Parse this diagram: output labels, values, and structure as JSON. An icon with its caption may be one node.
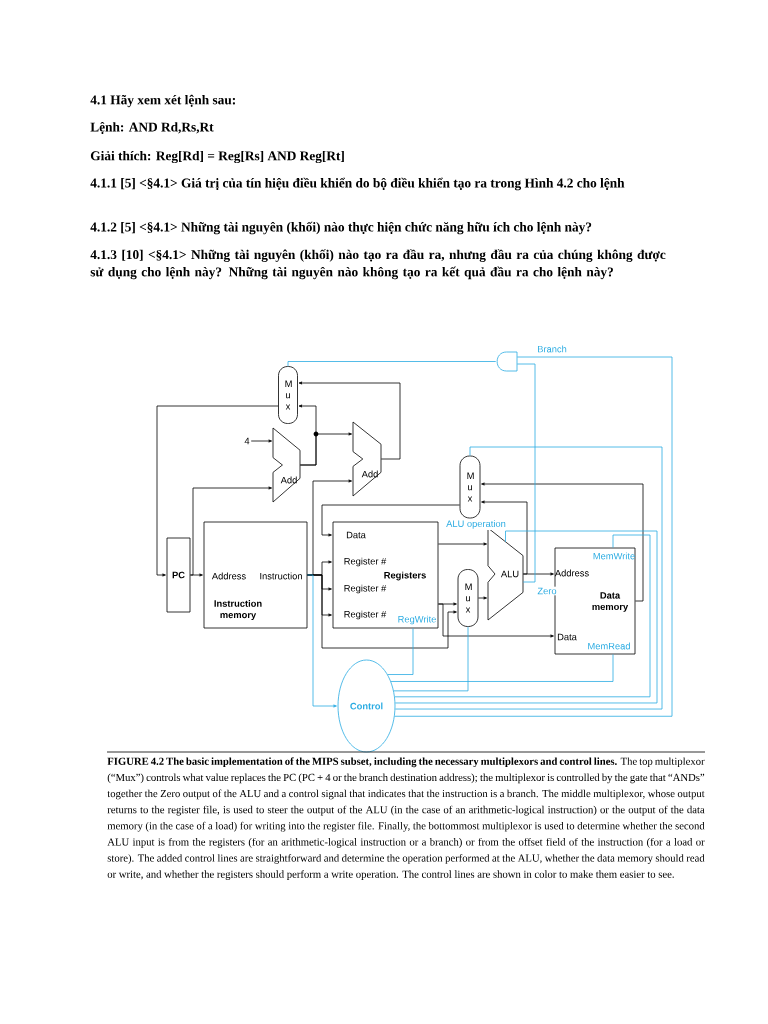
{
  "diagram": {
    "caption": "**FIGURE 4.2 The basic implementation of the MIPS subset, including the necessary multiplexors and control lines.** The top multiplexor (“Mux”) controls what value replaces the PC (PC + 4 or the branch destination address); the multiplexor is controlled by the gate that “ANDs” together the Zero output of the ALU and a control signal that indicates that the instruction is a branch. The middle multiplexor, whose output returns to the register file, is used to steer the output of the ALU (in the case of an arithmetic-logical instruction) or the output of the data memory (in the case of a load) for writing into the register file. Finally, the bottommost multiplexor is used to determine whether the second ALU input is from the registers (for an arithmetic-logical instruction or a branch) or from the offset field of the instruction (for a load or store). The added control lines are straightforward and determine the operation performed at the ALU, whether the data memory should read or write, and whether the registers should perform a write operation. The control lines are shown in color to make them easier to see.",
    "nodes": [
      {
        "text": [
          "M u x"
        ]
      },
      {
        "text": [
          "Add"
        ]
      },
      {
        "text": [
          "Add"
        ]
      },
      {
        "text": [
          "4"
        ]
      },
      {
        "text": [],
        "shape": "gate"
      },
      {
        "text": [
          "M u x"
        ]
      },
      {
        "text": [
          "PC"
        ]
      },
      {
        "text": [
          "Address",
          "Instruction",
          "Instruction memory"
        ]
      },
      {
        "text": [
          "Data",
          "Register #",
          "Registers",
          "Register #",
          "Register #",
          "RegWrite"
        ]
      },
      {
        "text": [
          "ALU"
        ]
      },
      {
        "text": [
          "M u x"
        ]
      },
      {
        "text": [
          "MemWrite",
          "Address",
          "Data memory",
          "Data",
          "MemRead"
        ]
      },
      {
        "text": [
          "Control"
        ]
      }
    ],
    "edges": [
      {
        "from": 0,
        "to": 6,
        "arrow": "to"
      },
      {
        "from": 6,
        "to": 7,
        "arrow": "to"
      },
      {
        "from": 6,
        "to": 1,
        "arrow": "to"
      },
      {
        "from": 3,
        "to": 1,
        "arrow": "to"
      },
      {
        "from": 1,
        "to": 0,
        "arrow": "to"
      },
      {
        "from": 1,
        "to": 2,
        "arrow": "to"
      },
      {
        "from": 2,
        "to": 0,
        "arrow": "to"
      },
      {
        "from": 7,
        "to": 2,
        "arrow": "to"
      },
      {
        "from": 7,
        "to": 8,
        "arrow": "to"
      },
      {
        "from": 7,
        "to": 8,
        "arrow": "to"
      },
      {
        "from": 7,
        "to": 8,
        "arrow": "to"
      },
      {
        "from": 7,
        "to": 10,
        "arrow": "to"
      },
      {
        "from": 7,
        "to": 12,
        "arrow": "to",
        "color": "#29abe2"
      },
      {
        "from": 8,
        "to": 9,
        "arrow": "to"
      },
      {
        "from": 8,
        "to": 10,
        "arrow": "to"
      },
      {
        "from": 8,
        "to": 11,
        "arrow": "to"
      },
      {
        "from": 10,
        "to": 9,
        "arrow": "to"
      },
      {
        "from": 9,
        "to": 11,
        "arrow": "to"
      },
      {
        "from": 9,
        "to": 5,
        "arrow": "to"
      },
      {
        "from": 11,
        "to": 5,
        "arrow": "to"
      },
      {
        "from": 5,
        "to": 8,
        "arrow": "to"
      },
      {
        "from": 12,
        "to": 8,
        "arrow": "none",
        "color": "#29abe2"
      },
      {
        "from": 12,
        "to": 11,
        "arrow": "none",
        "color": "#29abe2"
      },
      {
        "from": 12,
        "to": 10,
        "arrow": "none",
        "color": "#29abe2"
      },
      {
        "from": 12,
        "to": 11,
        "arrow": "none",
        "color": "#29abe2"
      },
      {
        "from": 12,
        "to": 9,
        "arrow": "none",
        "color": "#29abe2",
        "label": "ALU operation"
      },
      {
        "from": 12,
        "to": 5,
        "arrow": "none",
        "color": "#29abe2"
      },
      {
        "from": 12,
        "to": 4,
        "arrow": "none",
        "color": "#29abe2",
        "label": "Branch"
      },
      {
        "from": 9,
        "to": 4,
        "arrow": "none",
        "color": "#29abe2",
        "label": "Zero"
      },
      {
        "from": 4,
        "to": 0,
        "arrow": "none",
        "color": "#29abe2"
      }
    ],
    "labels": [
      "4.1 Hãy xem xét lệnh sau:",
      "Lệnh: AND Rd,Rs,Rt",
      "Giải thích: Reg[Rd] = Reg[Rs] AND Reg[Rt]",
      "4.1.1 [5] <§4.1> Giá trị của tín hiệu điều khiển do bộ điều khiển tạo ra trong Hình 4.2 cho lệnh",
      "4.1.2 [5] <§4.1> Những tài nguyên (khối) nào thực hiện chức năng hữu ích cho lệnh này?",
      "4.1.3 [10] <§4.1> Những tài nguyên (khối) nào tạo ra đầu ra, nhưng đầu ra của chúng không được sử dụng cho lệnh này? Những tài nguyên nào không tạo ra kết quả đầu ra cho lệnh này?"
    ]
  }
}
